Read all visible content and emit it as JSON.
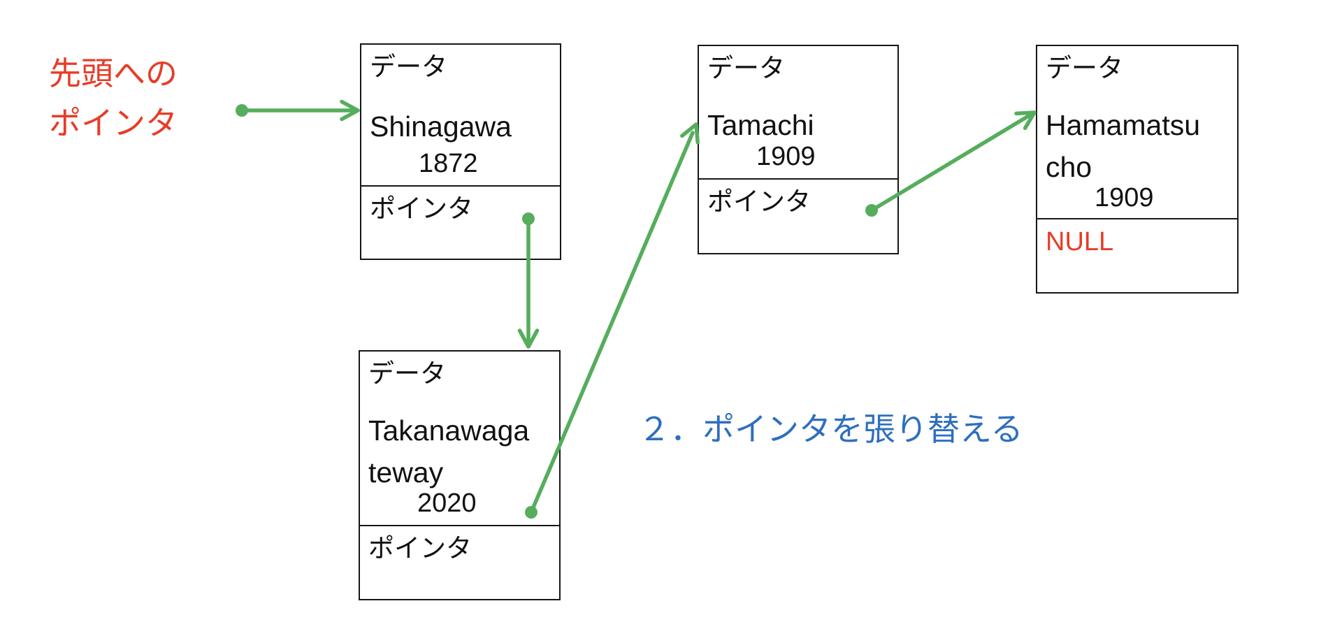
{
  "diagram": {
    "head_pointer_label": "先頭への\nポインタ",
    "step_caption": "２．ポインタを張り替える",
    "nodes": [
      {
        "data_label": "データ",
        "name": "Shinagawa",
        "year": "1872",
        "pointer_label": "ポインタ"
      },
      {
        "data_label": "データ",
        "name": "Tamachi",
        "year": "1909",
        "pointer_label": "ポインタ"
      },
      {
        "data_label": "データ",
        "name": "Hamamatsu\ncho",
        "year": "1909",
        "pointer_label": "NULL"
      },
      {
        "data_label": "データ",
        "name": "Takanawaga\nteway",
        "year": "2020",
        "pointer_label": "ポインタ"
      }
    ],
    "links": [
      {
        "from": "head-pointer",
        "to": "Shinagawa"
      },
      {
        "from": "Shinagawa.pointer",
        "to": "Takanawagateway"
      },
      {
        "from": "Takanawagateway",
        "to": "Tamachi"
      },
      {
        "from": "Tamachi.pointer",
        "to": "Hamamatsucho"
      }
    ],
    "colors": {
      "arrow_green": "#56ad5c",
      "label_red": "#e73c28",
      "caption_blue": "#2e6fbe",
      "border_black": "#161616"
    }
  }
}
